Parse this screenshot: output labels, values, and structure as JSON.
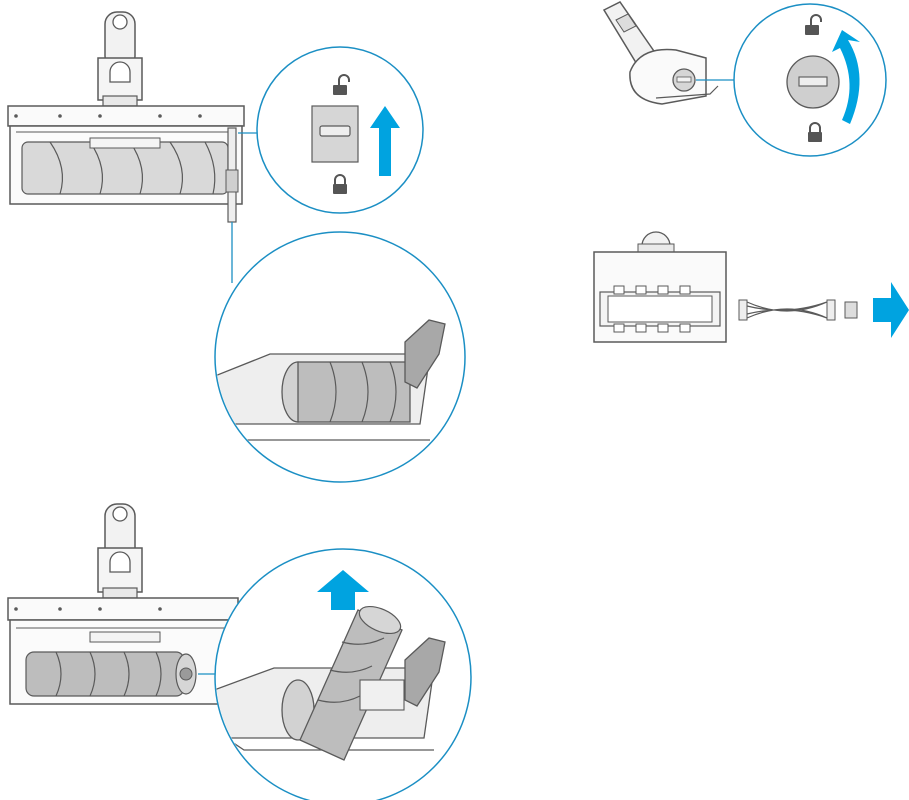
{
  "colors": {
    "line": "#5a5a5a",
    "line_light": "#8a8a8a",
    "accent": "#00a3e0",
    "callout": "#1b8fc4",
    "fill_light": "#f2f2f2",
    "fill_gray": "#d6d6d6",
    "fill_mid": "#bdbdbd",
    "fill_dark": "#9a9a9a",
    "background": "#ffffff"
  },
  "icons": {
    "unlock": "open-padlock-icon",
    "lock": "closed-padlock-icon",
    "arrow_up": "blue-up-arrow-icon",
    "arrow_right": "blue-right-arrow-icon",
    "arrow_curved": "blue-curved-arrow-icon"
  },
  "steps": [
    {
      "id": "step-1",
      "description_shown": false
    },
    {
      "id": "step-2",
      "description_shown": false
    },
    {
      "id": "step-3",
      "description_shown": false
    },
    {
      "id": "step-4",
      "description_shown": false
    }
  ]
}
